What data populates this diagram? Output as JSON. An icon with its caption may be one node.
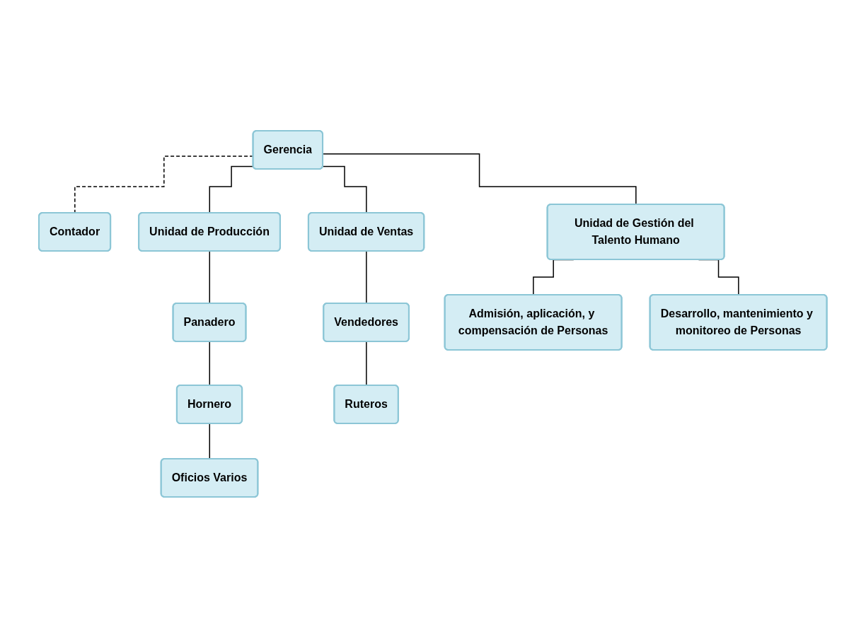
{
  "diagram": {
    "nodes": [
      {
        "text": [
          "Gerencia"
        ]
      },
      {
        "text": [
          "Contador"
        ]
      },
      {
        "text": [
          "Unidad de Producción"
        ]
      },
      {
        "text": [
          "Unidad de Ventas"
        ]
      },
      {
        "text": [
          "Unidad de Gestión del Talento Humano"
        ]
      },
      {
        "text": [
          "Panadero"
        ]
      },
      {
        "text": [
          "Vendedores"
        ]
      },
      {
        "text": [
          "Admisión, aplicación, y compensación de Personas"
        ]
      },
      {
        "text": [
          "Hornero"
        ]
      },
      {
        "text": [
          "Ruteros"
        ]
      },
      {
        "text": [
          "Desarrollo, mantenimiento y monitoreo de Personas"
        ]
      },
      {
        "text": [
          "Oficios Varios"
        ]
      }
    ],
    "edges": [
      {
        "from": 0,
        "to": 1,
        "arrow": "none",
        "style": "dashed"
      },
      {
        "from": 0,
        "to": 2,
        "arrow": "none"
      },
      {
        "from": 0,
        "to": 3,
        "arrow": "none"
      },
      {
        "from": 0,
        "to": 4,
        "arrow": "none"
      },
      {
        "from": 2,
        "to": 5,
        "arrow": "none"
      },
      {
        "from": 5,
        "to": 8,
        "arrow": "none"
      },
      {
        "from": 8,
        "to": 11,
        "arrow": "none"
      },
      {
        "from": 3,
        "to": 6,
        "arrow": "none"
      },
      {
        "from": 6,
        "to": 9,
        "arrow": "none"
      },
      {
        "from": 4,
        "to": 7,
        "arrow": "none"
      },
      {
        "from": 4,
        "to": 10,
        "arrow": "none"
      }
    ]
  }
}
